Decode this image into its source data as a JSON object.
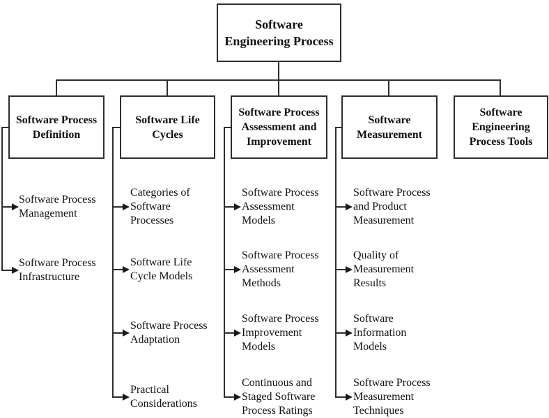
{
  "diagram": {
    "root": {
      "title": "Software\nEngineering Process"
    },
    "branches": [
      {
        "title": "Software Process\nDefinition",
        "items": [
          {
            "text": "Software Process\nManagement"
          },
          {
            "text": "Software Process\nInfrastructure"
          }
        ]
      },
      {
        "title": "Software Life\nCycles",
        "items": [
          {
            "text": "Categories of\nSoftware\nProcesses"
          },
          {
            "text": "Software Life\nCycle Models"
          },
          {
            "text": "Software Process\nAdaptation"
          },
          {
            "text": "Practical\nConsiderations"
          }
        ]
      },
      {
        "title": "Software Process\nAssessment and\nImprovement",
        "items": [
          {
            "text": "Software Process\nAssessment\nModels"
          },
          {
            "text": "Software Process\nAssessment\nMethods"
          },
          {
            "text": "Software Process\nImprovement\nModels"
          },
          {
            "text": "Continuous and\nStaged Software\nProcess Ratings"
          }
        ]
      },
      {
        "title": "Software\nMeasurement",
        "items": [
          {
            "text": "Software Process\nand Product\nMeasurement"
          },
          {
            "text": "Quality of\nMeasurement\nResults"
          },
          {
            "text": "Software\nInformation\nModels"
          },
          {
            "text": "Software Process\nMeasurement\nTechniques"
          }
        ]
      },
      {
        "title": "Software\nEngineering\nProcess Tools",
        "items": []
      }
    ],
    "colors": {
      "line": "#2e2e2e",
      "text": "#111111",
      "background": "#ffffff"
    }
  }
}
